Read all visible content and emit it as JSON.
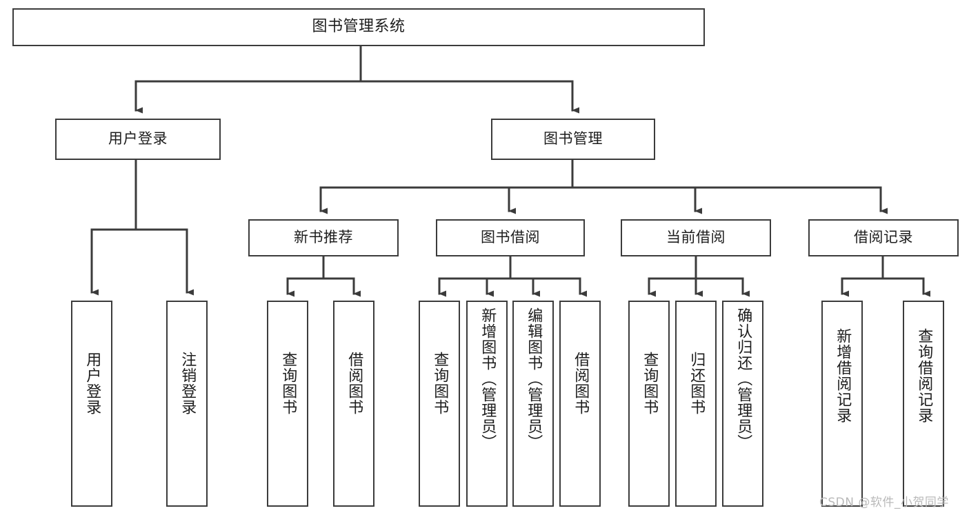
{
  "diagram": {
    "title": "图书管理系统",
    "type": "tree-hierarchy-diagram",
    "root": {
      "id": "root",
      "label": "图书管理系统"
    },
    "level2": [
      {
        "id": "user-login",
        "label": "用户登录"
      },
      {
        "id": "book-manage",
        "label": "图书管理"
      }
    ],
    "level3": [
      {
        "id": "new-book-recommend",
        "label": "新书推荐"
      },
      {
        "id": "book-borrow",
        "label": "图书借阅"
      },
      {
        "id": "current-borrow",
        "label": "当前借阅"
      },
      {
        "id": "borrow-record",
        "label": "借阅记录"
      }
    ],
    "leaves": {
      "user_login": [
        {
          "id": "leaf-user-login",
          "label": "用户登录"
        },
        {
          "id": "leaf-logout-login",
          "label": "注销登录"
        }
      ],
      "new_book_recommend": [
        {
          "id": "leaf-query-book-1",
          "label": "查询图书"
        },
        {
          "id": "leaf-borrow-book-1",
          "label": "借阅图书"
        }
      ],
      "book_borrow": [
        {
          "id": "leaf-query-book-2",
          "label": "查询图书"
        },
        {
          "id": "leaf-add-book",
          "label": "新增图书（管理员）"
        },
        {
          "id": "leaf-edit-book",
          "label": "编辑图书（管理员）"
        },
        {
          "id": "leaf-borrow-book-2",
          "label": "借阅图书"
        }
      ],
      "current_borrow": [
        {
          "id": "leaf-query-book-3",
          "label": "查询图书"
        },
        {
          "id": "leaf-return-book",
          "label": "归还图书"
        },
        {
          "id": "leaf-confirm-return",
          "label": "确认归还（管理员）"
        }
      ],
      "borrow_record": [
        {
          "id": "leaf-add-record",
          "label": "新增借阅记录"
        },
        {
          "id": "leaf-query-record",
          "label": "查询借阅记录"
        }
      ]
    },
    "colors": {
      "stroke": "#3b3b3b",
      "fill": "#ffffff",
      "text": "#1d1d1d",
      "watermark": "#b9b9b9"
    }
  },
  "watermark": {
    "text": "CSDN @软件_小贺同学"
  }
}
